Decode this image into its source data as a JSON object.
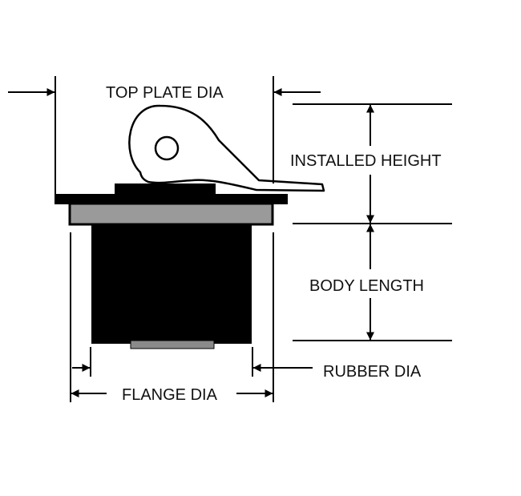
{
  "labels": {
    "top_plate_dia": "TOP PLATE DIA",
    "installed_height": "INSTALLED HEIGHT",
    "body_length": "BODY LENGTH",
    "rubber_dia": "RUBBER DIA",
    "flange_dia": "FLANGE DIA"
  },
  "colors": {
    "ink": "#000000",
    "rubber_band": "#9a9a9a",
    "bottom_plate": "#8a8a8a",
    "background": "#ffffff"
  }
}
